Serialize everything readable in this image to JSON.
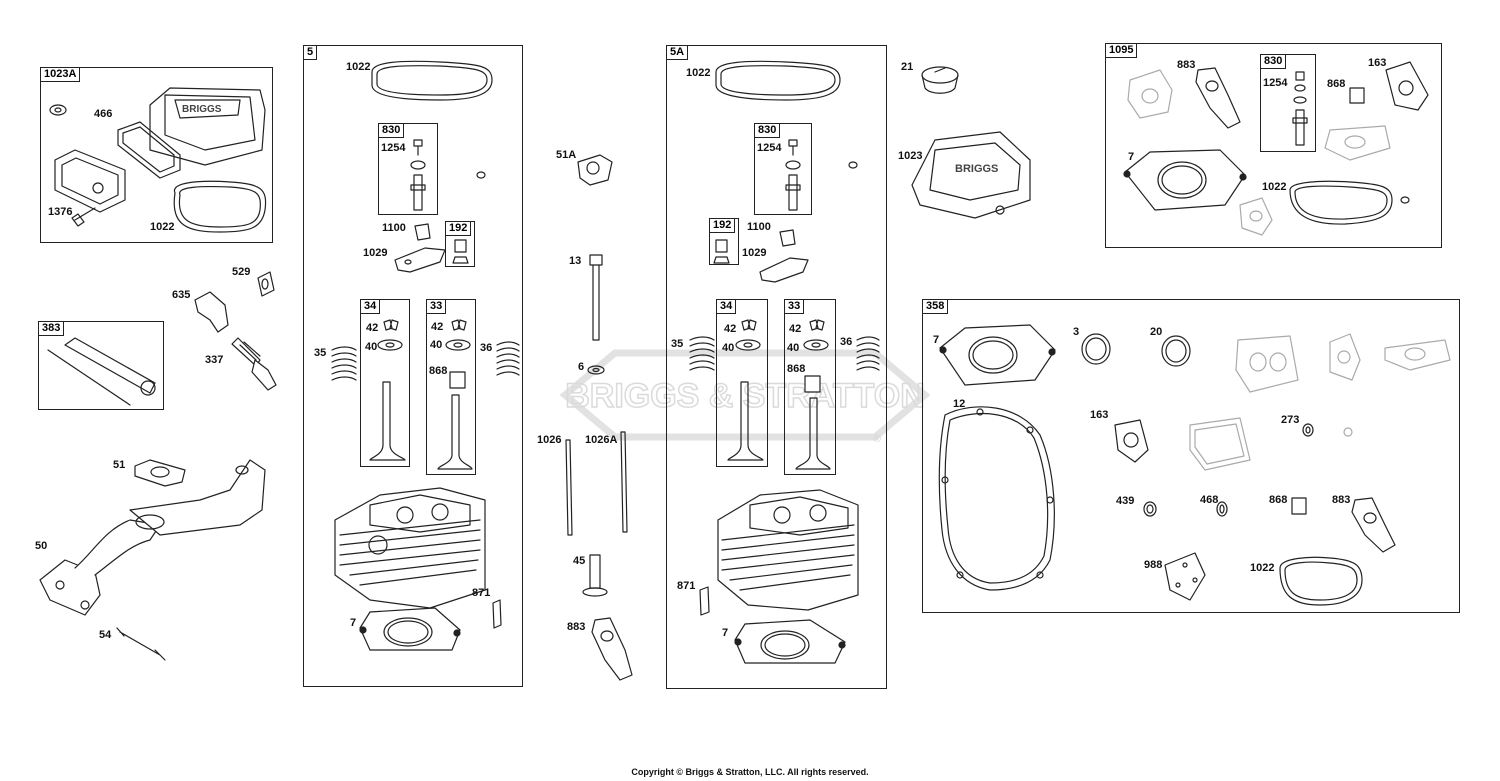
{
  "watermark": {
    "text": "BRIGGS & STRATTON",
    "mark": "®"
  },
  "copyright": "Copyright © Briggs & Stratton, LLC. All rights reserved.",
  "groups": {
    "g1023A": "1023A",
    "g383": "383",
    "g5": "5",
    "g5A": "5A",
    "g1095": "1095",
    "g358": "358",
    "g830a": "830",
    "g192a": "192",
    "g34a": "34",
    "g33a": "33",
    "g830b": "830",
    "g192b": "192",
    "g34b": "34",
    "g33b": "33",
    "g830c": "830"
  },
  "labels": {
    "l466": "466",
    "l1376": "1376",
    "l1022_1023A": "1022",
    "l529": "529",
    "l635": "635",
    "l337": "337",
    "l51": "51",
    "l50": "50",
    "l54": "54",
    "l1022_5": "1022",
    "l1254_5": "1254",
    "l1100_5": "1100",
    "l1029_5": "1029",
    "l42_5a": "42",
    "l40_5a": "40",
    "l42_5b": "42",
    "l40_5b": "40",
    "l868_5": "868",
    "l35_5": "35",
    "l36_5": "36",
    "l871_5": "871",
    "l7_5": "7",
    "l51A": "51A",
    "l13": "13",
    "l6": "6",
    "l1026": "1026",
    "l1026A": "1026A",
    "l45": "45",
    "l883_mid": "883",
    "l1022_5A": "1022",
    "l1254_5A": "1254",
    "l1100_5A": "1100",
    "l1029_5A": "1029",
    "l42_5Aa": "42",
    "l40_5Aa": "40",
    "l42_5Ab": "42",
    "l40_5Ab": "40",
    "l868_5A": "868",
    "l35_5A": "35",
    "l36_5A": "36",
    "l871_5A": "871",
    "l7_5A": "7",
    "l21": "21",
    "l1023": "1023",
    "l883_1095": "883",
    "l1254_1095": "1254",
    "l868_1095": "868",
    "l163_1095": "163",
    "l7_1095": "7",
    "l1022_1095": "1022",
    "l7_358": "7",
    "l3": "3",
    "l20": "20",
    "l12": "12",
    "l163_358": "163",
    "l273": "273",
    "l439": "439",
    "l468": "468",
    "l868_358": "868",
    "l883_358": "883",
    "l988": "988",
    "l1022_358": "1022"
  }
}
